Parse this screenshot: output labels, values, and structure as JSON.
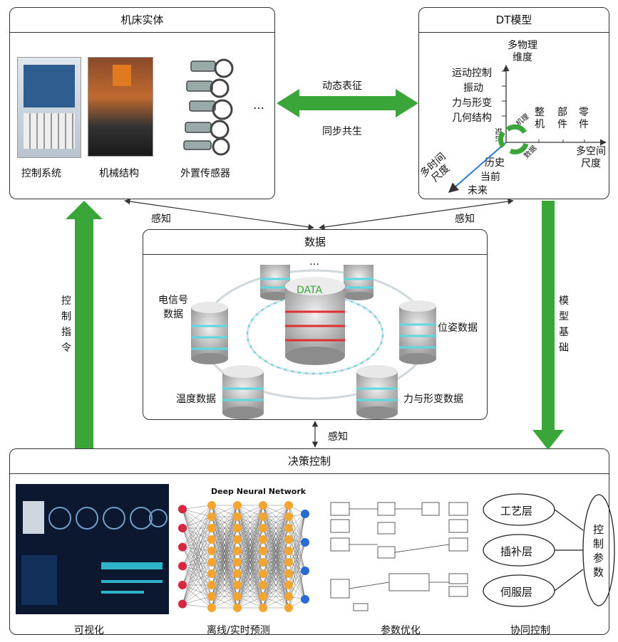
{
  "machine": {
    "title": "机床实体",
    "items": [
      "控制系统",
      "机械结构",
      "外置传感器"
    ],
    "ellipsis": "…"
  },
  "dt": {
    "title": "DT模型",
    "v_axis": [
      "多物理",
      "维度"
    ],
    "v_items": [
      "运动控制",
      "振动",
      "力与形变",
      "几何结构"
    ],
    "h_axis": [
      "多空间",
      "尺度"
    ],
    "h_items": [
      [
        "整",
        "机"
      ],
      [
        "部",
        "件"
      ],
      [
        "零",
        "件"
      ]
    ],
    "t_axis": [
      "多时间",
      "尺度"
    ],
    "t_items": [
      "历史",
      "当前",
      "未来"
    ],
    "cycle": [
      "机理",
      "数据",
      "知识"
    ]
  },
  "arrows": {
    "dynamic": "动态表征",
    "sync": "同步共生",
    "sense": "感知",
    "control_cmd": [
      "控",
      "制",
      "指",
      "令"
    ],
    "model_base": [
      "模",
      "型",
      "基",
      "础"
    ]
  },
  "data": {
    "title": "数据",
    "center": "DATA",
    "ellipsis": "…",
    "items": {
      "electric": [
        "电信号",
        "数据"
      ],
      "pose": "位姿数据",
      "temp": "温度数据",
      "force": "力与形变数据"
    }
  },
  "decision": {
    "title": "决策控制",
    "captions": [
      "可视化",
      "离线/实时预测",
      "参数优化",
      "协同控制"
    ],
    "dnn_title": "Deep Neural Network",
    "layers": [
      "工艺层",
      "插补层",
      "伺服层"
    ],
    "params": [
      "控",
      "制",
      "参",
      "数"
    ]
  },
  "colors": {
    "green": "#3aa63a",
    "line": "#333333",
    "accent": "#2a7ad5"
  }
}
